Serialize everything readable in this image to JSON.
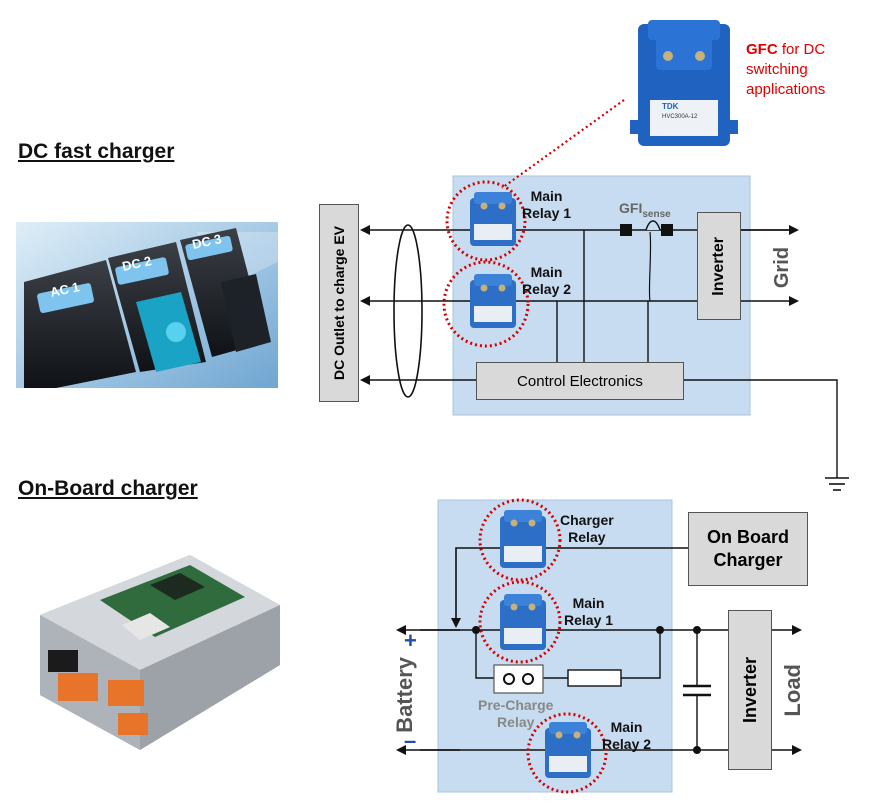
{
  "headings": {
    "dc_fast_charger": "DC fast charger",
    "on_board_charger": "On-Board charger"
  },
  "gfc_callout": {
    "strong": "GFC",
    "rest_line1": " for DC",
    "line2": "switching",
    "line3": "applications"
  },
  "relay_brand": "TDK",
  "relay_model_text": "HVC300A-12",
  "charger_photo": {
    "port_labels": [
      "AC 1",
      "DC 2",
      "DC 3"
    ]
  },
  "dc_diagram": {
    "outlet_label": "DC Outlet to charge EV",
    "main_relay_1": [
      "Main",
      "Relay 1"
    ],
    "main_relay_2": [
      "Main",
      "Relay 2"
    ],
    "gfi_main": "GFI",
    "gfi_sub": "sense",
    "inverter": "Inverter",
    "grid": "Grid",
    "control_electronics": "Control Electronics"
  },
  "obc_diagram": {
    "charger_relay": [
      "Charger",
      "Relay"
    ],
    "on_board_charger": [
      "On Board",
      "Charger"
    ],
    "main_relay_1": [
      "Main",
      "Relay 1"
    ],
    "pre_charge_relay": [
      "Pre-Charge",
      "Relay"
    ],
    "main_relay_2": [
      "Main",
      "Relay 2"
    ],
    "battery": "Battery",
    "battery_plus": "+",
    "battery_minus": "–",
    "inverter": "Inverter",
    "load": "Load"
  },
  "colors": {
    "panel": "#c7dcf0",
    "box": "#d9d9d9",
    "callout_red": "#e00000",
    "relay_blue": "#2d6ec6",
    "battery_sign_blue": "#1f4fa8"
  }
}
